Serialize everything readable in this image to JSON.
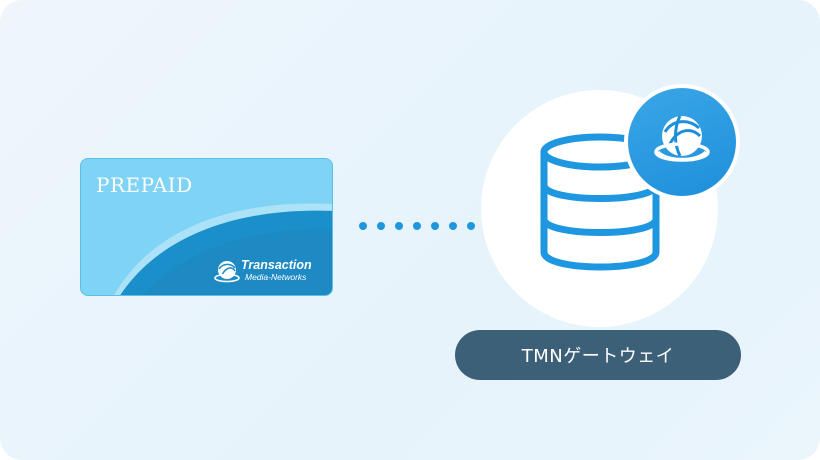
{
  "card": {
    "label": "PREPAID",
    "logo_line1": "Transaction",
    "logo_line2": "Media-Networks"
  },
  "gateway": {
    "label": "TMNゲートウェイ",
    "icon": "database-icon",
    "badge_icon": "globe-icon"
  },
  "connector": {
    "style": "dotted",
    "dot_count": 7
  },
  "colors": {
    "card_light": "#7fd3f5",
    "card_dark": "#1a8fc9",
    "accent": "#1e8fdc",
    "label_bg": "#3d6079",
    "background": "#eaf4fb"
  }
}
